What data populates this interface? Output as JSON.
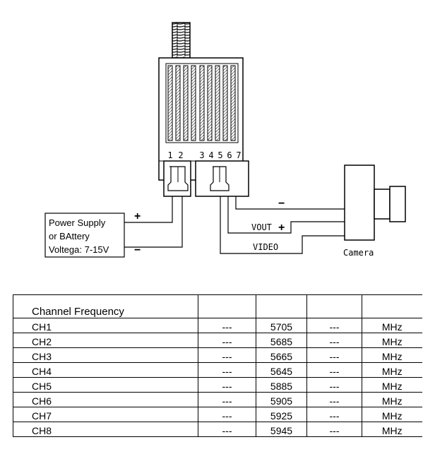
{
  "diagram": {
    "pin_labels": [
      "1",
      "2",
      "3",
      "4",
      "5",
      "6",
      "7"
    ],
    "power_box": {
      "line1": "Power Supply",
      "line2": "or BAttery",
      "line3": "Voltega: 7-15V"
    },
    "power_plus": "+",
    "power_minus": "−",
    "cam_minus": "−",
    "vout_label": "VOUT",
    "vout_plus": "+",
    "video_label": "VIDEO",
    "camera_label": "Camera"
  },
  "table": {
    "header": "Channel Frequency",
    "rows": [
      {
        "ch": "CH1",
        "a": "---",
        "f": "5705",
        "b": "---",
        "unit": "MHz"
      },
      {
        "ch": "CH2",
        "a": "---",
        "f": "5685",
        "b": "---",
        "unit": "MHz"
      },
      {
        "ch": "CH3",
        "a": "---",
        "f": "5665",
        "b": "---",
        "unit": "MHz"
      },
      {
        "ch": "CH4",
        "a": "---",
        "f": "5645",
        "b": "---",
        "unit": "MHz"
      },
      {
        "ch": "CH5",
        "a": "---",
        "f": "5885",
        "b": "---",
        "unit": "MHz"
      },
      {
        "ch": "CH6",
        "a": "---",
        "f": "5905",
        "b": "---",
        "unit": "MHz"
      },
      {
        "ch": "CH7",
        "a": "---",
        "f": "5925",
        "b": "---",
        "unit": "MHz"
      },
      {
        "ch": "CH8",
        "a": "---",
        "f": "5945",
        "b": "---",
        "unit": "MHz"
      }
    ]
  }
}
